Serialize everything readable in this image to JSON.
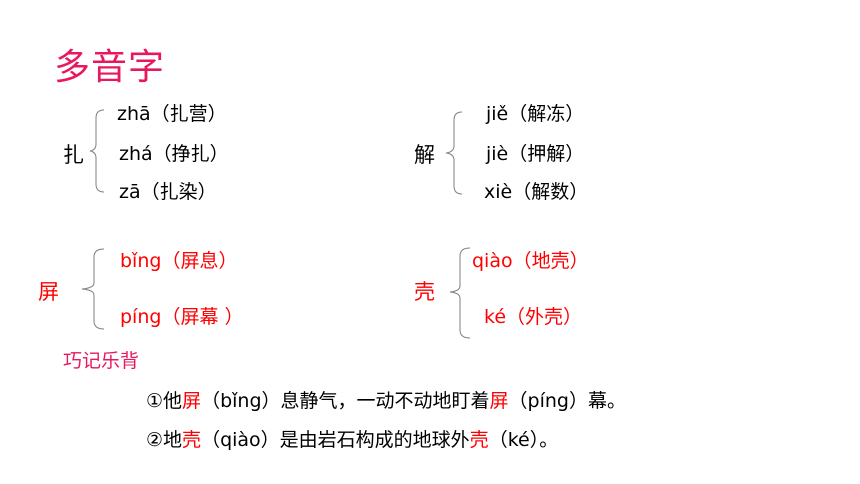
{
  "title": "多音字",
  "groups": [
    {
      "char": "扎",
      "readings": [
        "zhā（扎营）",
        "zhá（挣扎）",
        "zā（扎染）"
      ]
    },
    {
      "char": "解",
      "readings": [
        "jiě（解冻）",
        "jiè（押解）",
        "xiè（解数）"
      ]
    },
    {
      "char": "屏",
      "readings": [
        "bǐng（屏息）",
        "píng（屏幕 ）"
      ]
    },
    {
      "char": "壳",
      "readings": [
        "qiào（地壳）",
        "ké（外壳）"
      ]
    }
  ],
  "mnemonic_label": "巧记乐背",
  "sentences": [
    {
      "p1": "①他",
      "r1": "屏",
      "p2": "（bǐng）息静气，一动不动地盯着",
      "r2": "屏",
      "p3": "（píng）幕。"
    },
    {
      "p1": "②地",
      "r1": "壳",
      "p2": "（qiào）是由岩石构成的地球外",
      "r2": "壳",
      "p3": "（ké）。"
    }
  ],
  "colors": {
    "title": "#e8185e",
    "highlight": "#ff0000",
    "brace": "#7f7f7f"
  }
}
